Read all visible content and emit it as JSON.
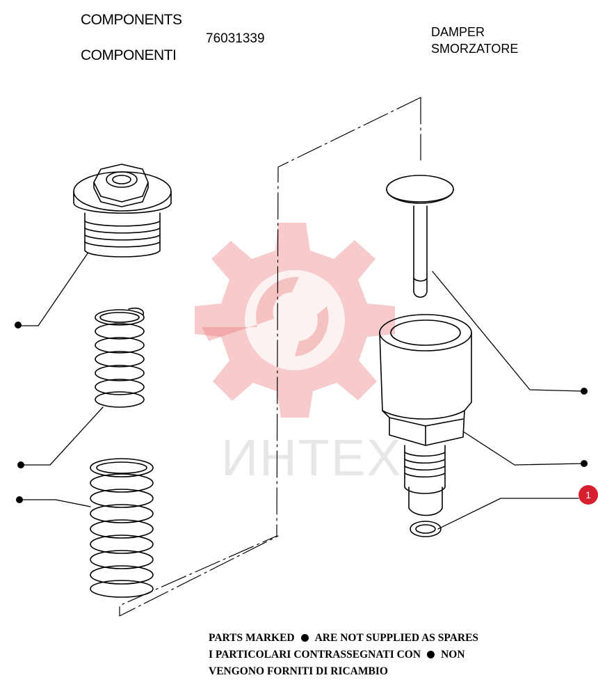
{
  "header": {
    "title_en": "COMPONENTS",
    "title_it": "COMPONENTI",
    "part_number": "76031339",
    "group_en": "DAMPER",
    "group_it": "SMORZATORE"
  },
  "watermark": {
    "text": "ИНТЕХ",
    "color": "#e96a6a"
  },
  "callouts": [
    {
      "label": "1",
      "color": "#d6202f"
    }
  ],
  "footnote": {
    "line1_a": "PARTS MARKED",
    "line1_b": "ARE NOT SUPPLIED AS SPARES",
    "line2_a": "I PARTICOLARI CONTRASSEGNATI CON",
    "line2_b": "NON",
    "line3": "VENGONO FORNITI DI RICAMBIO"
  }
}
